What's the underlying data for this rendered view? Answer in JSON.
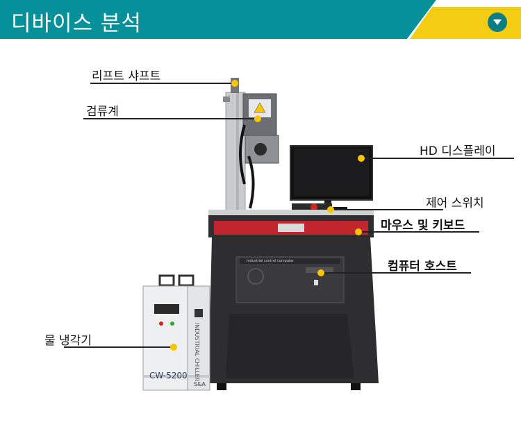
{
  "header": {
    "title": "디바이스 분석",
    "bar_color": "#05909a",
    "accent_color": "#f4cc13",
    "toggle_icon": "chevron-down-circle-icon"
  },
  "callouts": [
    {
      "id": "lift-shaft",
      "label": "리프트 샤프트"
    },
    {
      "id": "galvanometer",
      "label": "검류계"
    },
    {
      "id": "hd-display",
      "label": "HD 디스플레이"
    },
    {
      "id": "control-switch",
      "label": "제어 스위치"
    },
    {
      "id": "mouse-keyboard",
      "label": "마우스 및 키보드"
    },
    {
      "id": "computer-host",
      "label": "컴퓨터 호스트"
    },
    {
      "id": "water-chiller",
      "label": "물 냉각기"
    }
  ],
  "machine": {
    "chiller_model": "CW-5200",
    "chiller_side_text": "INDUSTRIAL CHILLER",
    "chiller_brand": "S&A",
    "pc_label": "Industrial control computer"
  },
  "colors": {
    "marker": "#f7c600",
    "machine_body": "#2e2e30",
    "drawer": "#c0262b"
  }
}
